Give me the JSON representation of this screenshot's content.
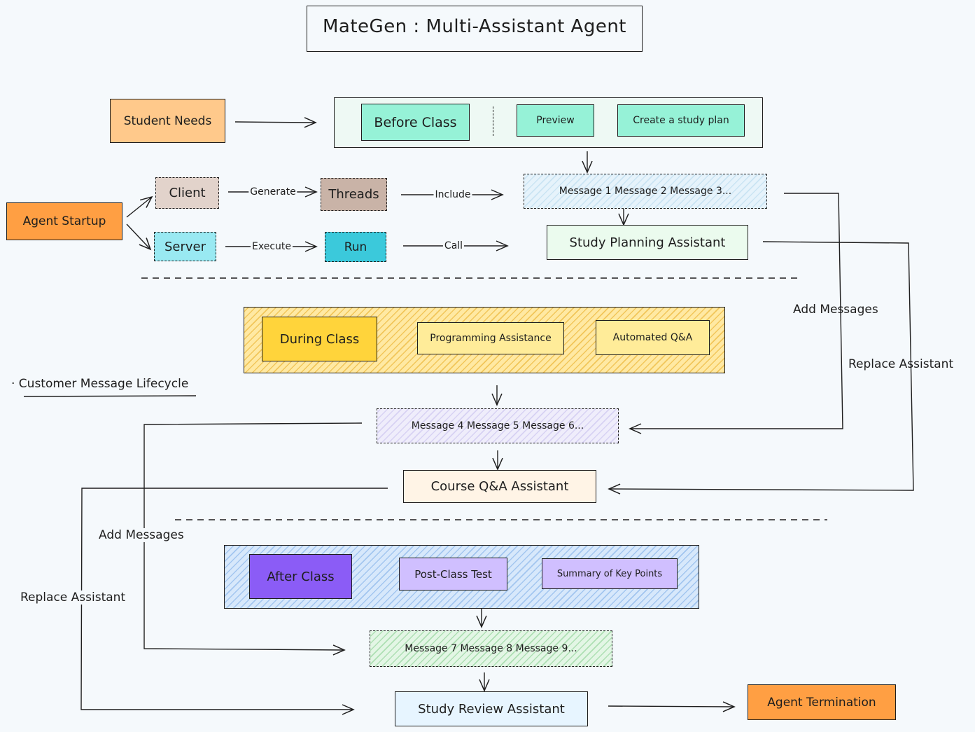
{
  "title": "MateGen : Multi-Assistant Agent",
  "side_label": "· Customer Message Lifecycle",
  "colors": {
    "orange": "#ffc98b",
    "orange_dark": "#ff9f43",
    "teal": "#96f2d7",
    "teal_soft": "#e7f7f0",
    "brown": "#d8c3b8",
    "cyan_light": "#99e9f2",
    "cyan": "#3bc9db",
    "mint": "#ebfbee",
    "yellow": "#ffd43b",
    "yellow_soft": "#ffec99",
    "cream": "#fff4e6",
    "purple": "#8b5cf6",
    "lavender": "#d0bfff",
    "ice": "#e7f5ff"
  },
  "nodes": {
    "student_needs": "Student Needs",
    "agent_startup": "Agent Startup",
    "client": "Client",
    "server": "Server",
    "threads": "Threads",
    "run": "Run",
    "before_class": "Before Class",
    "preview": "Preview",
    "create_plan": "Create a study plan",
    "messages_1": "Message 1 Message 2 Message 3...",
    "study_planning": "Study Planning Assistant",
    "during_class": "During Class",
    "programming": "Programming Assistance",
    "auto_qa": "Automated Q&A",
    "messages_2": "Message 4 Message 5 Message 6...",
    "course_qa": "Course Q&A Assistant",
    "after_class": "After Class",
    "post_test": "Post-Class Test",
    "summary": "Summary of Key Points",
    "messages_3": "Message 7 Message 8 Message 9...",
    "study_review": "Study Review Assistant",
    "termination": "Agent Termination"
  },
  "edges": {
    "generate": "Generate",
    "include": "Include",
    "execute": "Execute",
    "call": "Call",
    "add_messages_right": "Add Messages",
    "replace_right": "Replace Assistant",
    "add_messages_left": "Add Messages",
    "replace_left": "Replace Assistant"
  }
}
